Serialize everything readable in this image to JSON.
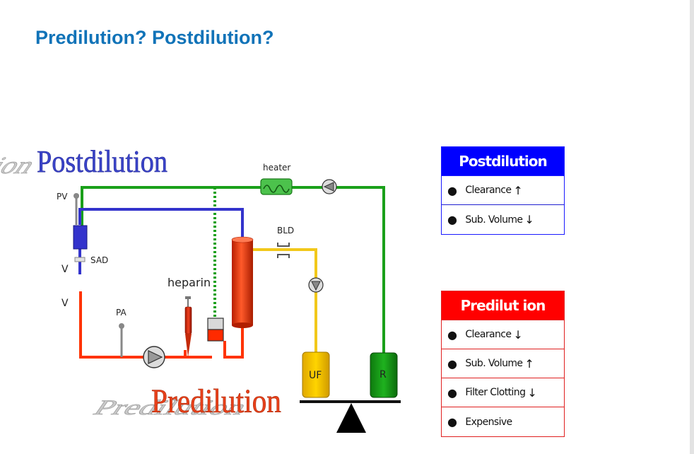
{
  "title": "Predilution? Postdilution?",
  "wordart": {
    "post": "Postdilution",
    "pre": "Predilution"
  },
  "labels": {
    "pv": "PV",
    "sad": "SAD",
    "v_top": "V",
    "v_bottom": "V",
    "pa": "PA",
    "heparin": "heparin",
    "heater": "heater",
    "bld": "BLD",
    "uf": "UF",
    "r": "R"
  },
  "postdilution_table": {
    "header": "Postdilution",
    "rows": [
      {
        "text": "Clearance",
        "arrow": "↑"
      },
      {
        "text": "Sub. Volume",
        "arrow": "↓"
      }
    ]
  },
  "predilution_table": {
    "header": "Predilut ion",
    "rows": [
      {
        "text": "Clearance",
        "arrow": "↓"
      },
      {
        "text": "Sub. Volume",
        "arrow": "↑"
      },
      {
        "text": "Filter Clotting",
        "arrow": "↓"
      },
      {
        "text": "Expensive",
        "arrow": ""
      }
    ]
  },
  "colors": {
    "title": "#1173b8",
    "post_header": "#0000ff",
    "pre_header": "#ff0000",
    "dialysate_line": "#1aa01a",
    "venous_line": "#3333cc",
    "arterial_line": "#ff3300",
    "uf_line": "#f2c81a",
    "filter": "#e83a10"
  }
}
